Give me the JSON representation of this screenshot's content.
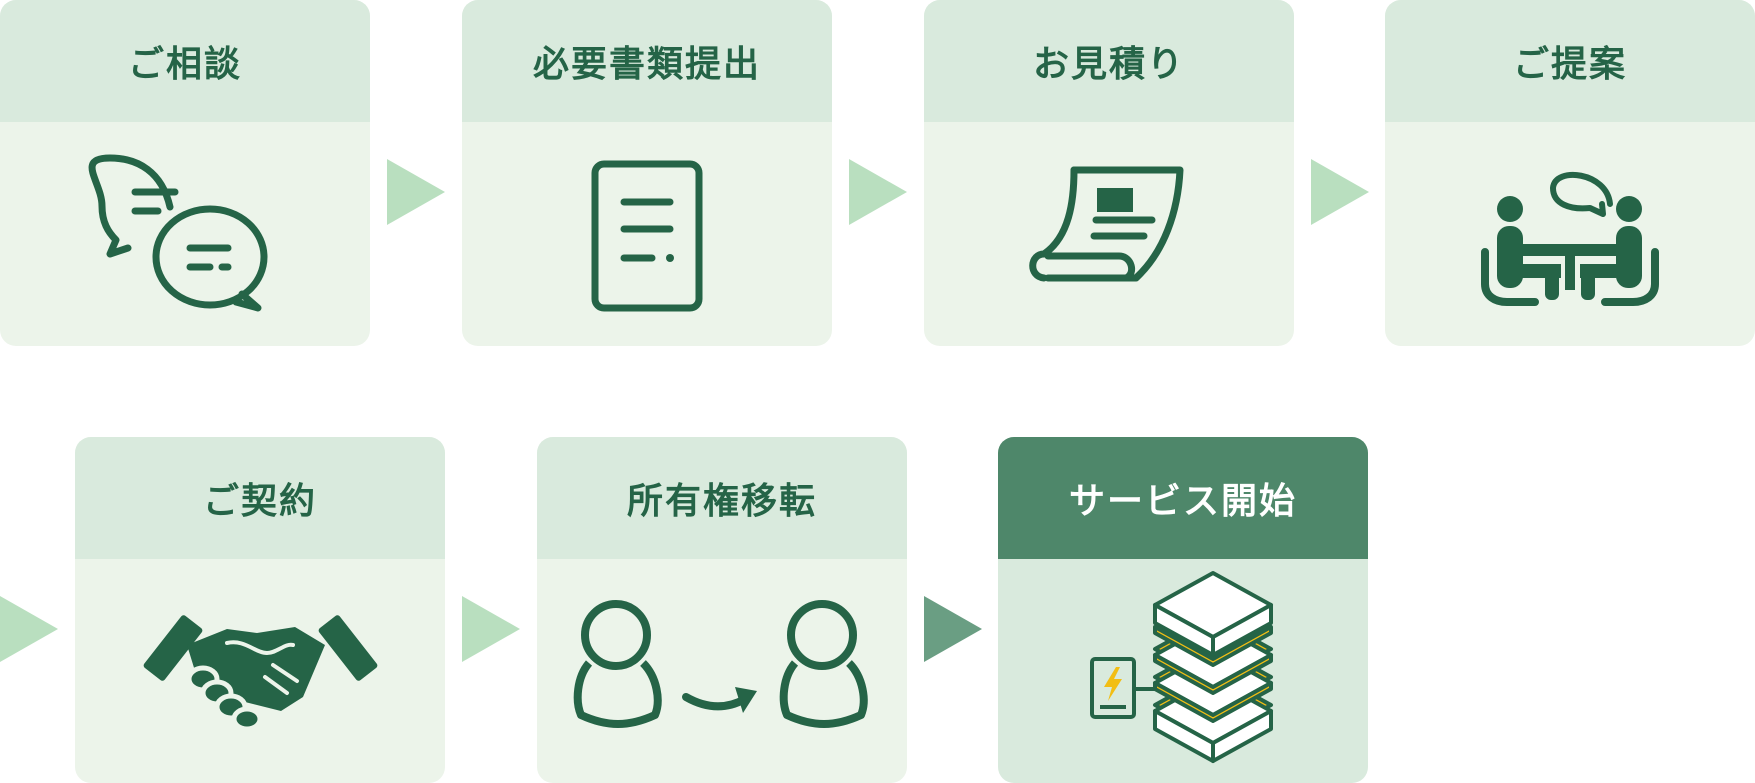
{
  "steps": [
    {
      "label": "ご相談",
      "icon": "chat-bubbles-icon"
    },
    {
      "label": "必要書類提出",
      "icon": "document-icon"
    },
    {
      "label": "お見積り",
      "icon": "scroll-icon"
    },
    {
      "label": "ご提案",
      "icon": "meeting-icon"
    },
    {
      "label": "ご契約",
      "icon": "handshake-icon"
    },
    {
      "label": "所有権移転",
      "icon": "ownership-transfer-icon"
    },
    {
      "label": "サービス開始",
      "icon": "battery-storage-icon"
    }
  ],
  "colors": {
    "dark_green": "#256447",
    "header_bg": "#d9eadd",
    "body_bg": "#ecf4ea",
    "final_header_bg": "#4e876a",
    "arrow_light": "#b9dfbf",
    "arrow_dark": "#6a9e83",
    "accent_yellow": "#f2be14"
  }
}
